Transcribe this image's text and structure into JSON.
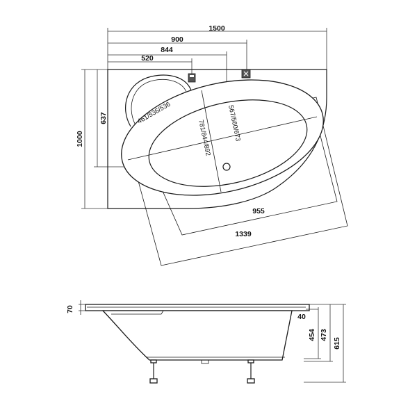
{
  "top_view": {
    "dims": {
      "width_overall": "1500",
      "to_drain_outer": "900",
      "to_drain_inner": "844",
      "to_basin": "520",
      "depth_overall": "1000",
      "depth_partial": "637",
      "basin_diag": "461/536/536",
      "inner_len_a": "781/844/892",
      "inner_len_b": "567/560/673",
      "inner_width": "955",
      "outer_width": "1339"
    }
  },
  "side_view": {
    "dims": {
      "rim": "70",
      "edge": "40",
      "h_454": "454",
      "h_473": "473",
      "h_615": "615"
    }
  },
  "colors": {
    "line": "#1a1a1a",
    "icon": "#555555"
  }
}
